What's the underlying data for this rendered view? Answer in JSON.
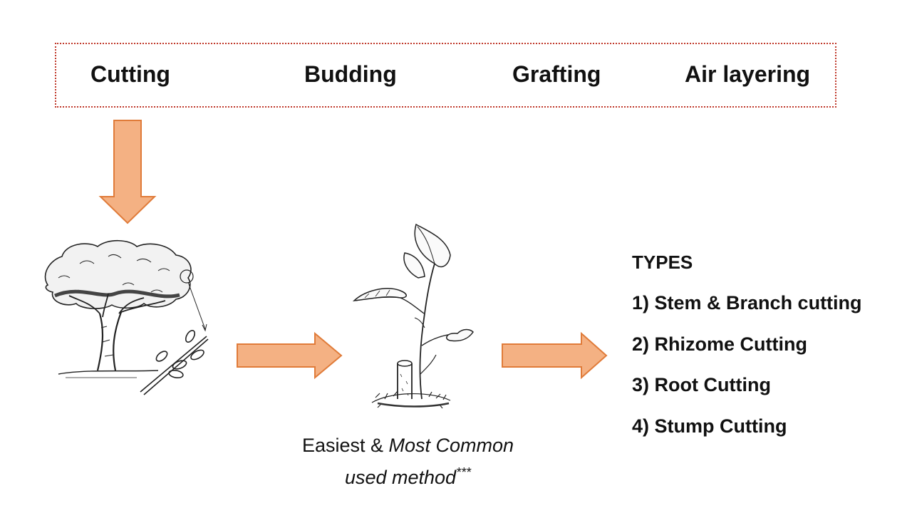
{
  "methods": [
    "Cutting",
    "Budding",
    "Grafting",
    "Air layering"
  ],
  "caption": {
    "line1_plain": "Easiest & ",
    "line1_italic": "Most Common",
    "line2_italic": "used method",
    "line2_sup": "***"
  },
  "types": {
    "title": "TYPES",
    "items": [
      "1) Stem & Branch cutting",
      "2) Rhizome Cutting",
      "3) Root Cutting",
      "4) Stump Cutting"
    ]
  },
  "colors": {
    "arrow_fill": "#f4b183",
    "arrow_stroke": "#e07b39",
    "box_border": "#c0392b"
  },
  "icons": [
    "tree-with-cutting-illustration",
    "rooted-cutting-plant-illustration"
  ]
}
